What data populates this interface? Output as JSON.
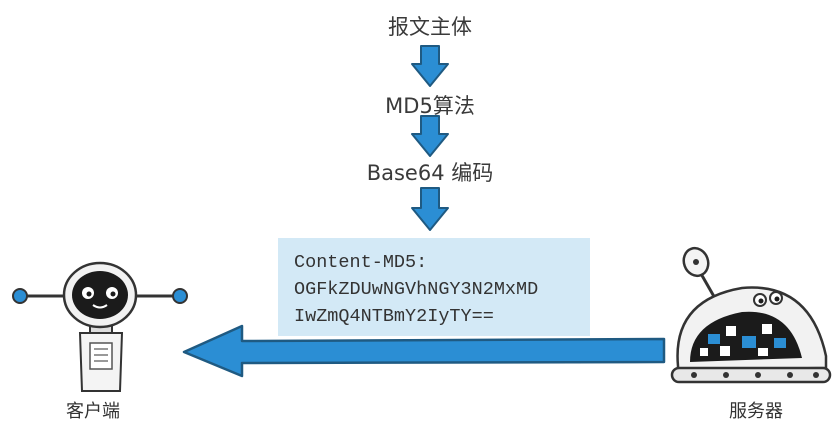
{
  "flow": {
    "steps": [
      "报文主体",
      "MD5算法",
      "Base64 编码"
    ]
  },
  "header": {
    "name": "Content-MD5:",
    "value_line1": "OGFkZDUwNGVhNGY3N2MxMD",
    "value_line2": "IwZmQ4NTBmY2IyTY=="
  },
  "actors": {
    "client": "客户端",
    "server": "服务器"
  },
  "colors": {
    "arrow": "#2b8ed4",
    "arrow_outline": "#1f5a82",
    "header_bg": "#d3e9f6",
    "robot_dark": "#1b1b1b",
    "server_accent": "#2b8ed4"
  }
}
